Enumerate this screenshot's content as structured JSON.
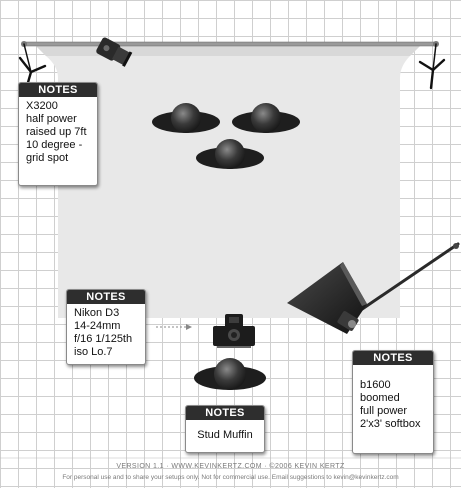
{
  "notes": [
    {
      "id": "light",
      "title": "NOTES",
      "text": "X3200\nhalf power\nraised up 7ft\n10 degree -\ngrid spot"
    },
    {
      "id": "camera",
      "title": "NOTES",
      "text": "Nikon D3\n14-24mm\nf/16  1/125th\n   iso Lo.7"
    },
    {
      "id": "softbox",
      "title": "NOTES",
      "text": "b1600 boomed\nfull power\n2'x3' softbox"
    },
    {
      "id": "subject",
      "title": "NOTES",
      "text": "Stud Muffin"
    }
  ],
  "footer": {
    "line1": "VERSION 1.1  ·  WWW.KEVINKERTZ.COM  ·  ©2006 KEVIN KERTZ",
    "line2": "For personal use and to share your setups only. Not for commercial use.  Email suggestions to kevin@kevinkertz.com"
  },
  "colors": {
    "backdrop": "#e8e8e8",
    "grid": "#cfcfcf",
    "note_header": "#2e2e2e",
    "figure": "#1e1e1e"
  }
}
